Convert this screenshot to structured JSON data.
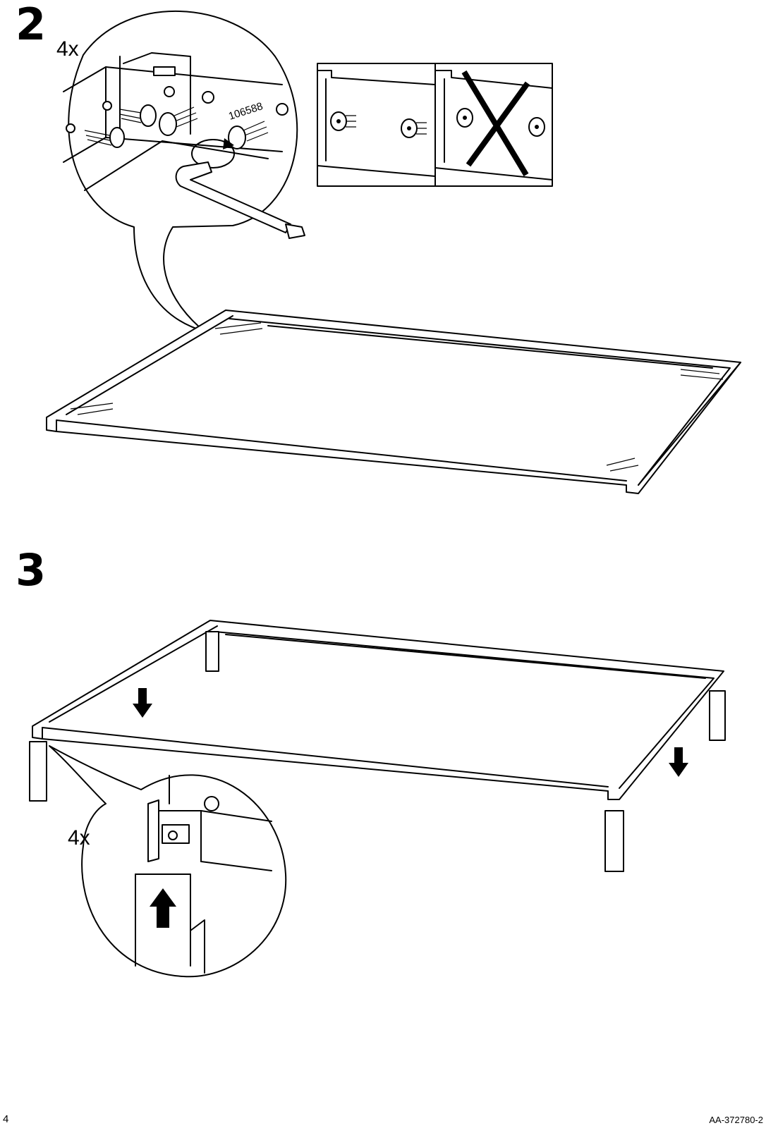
{
  "page": {
    "number": "4",
    "doc_code": "AA-372780-2"
  },
  "steps": [
    {
      "number": "2",
      "quantity": "4x",
      "part_number": "106588",
      "icons": [
        "allen-key-icon",
        "bolt-icon",
        "rotate-arrow-icon",
        "cross-mark-icon"
      ]
    },
    {
      "number": "3",
      "quantity": "4x",
      "icons": [
        "leg-icon",
        "down-arrow-icon",
        "up-arrow-icon"
      ]
    }
  ]
}
